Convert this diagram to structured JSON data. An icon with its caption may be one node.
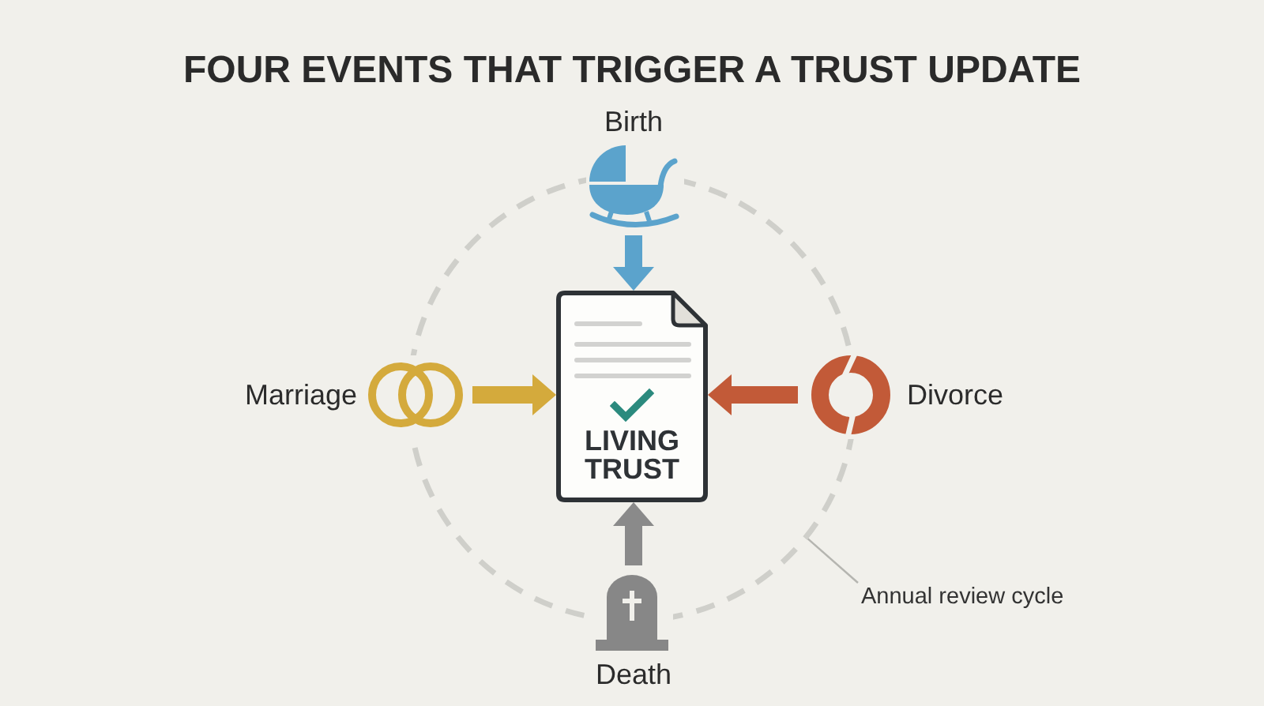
{
  "diagram": {
    "title": "FOUR EVENTS THAT TRIGGER A TRUST UPDATE",
    "nodes": [
      {
        "text": [],
        "shape": "circle"
      },
      {
        "text": [
          "Birth"
        ]
      },
      {
        "text": [
          "Marriage"
        ]
      },
      {
        "text": [
          "LIVING TRUST"
        ],
        "in": 0
      },
      {
        "text": [
          "Divorce"
        ]
      },
      {
        "text": [
          "Death"
        ]
      },
      {
        "text": [
          "Annual review cycle"
        ]
      }
    ],
    "edges": [
      {
        "from": 1,
        "to": 3,
        "arrow": "to",
        "color": "#5ba3cc"
      },
      {
        "from": 2,
        "to": 3,
        "arrow": "to",
        "color": "#d4aa3c"
      },
      {
        "from": 4,
        "to": 3,
        "arrow": "to",
        "color": "#c25a38"
      },
      {
        "from": 5,
        "to": 3,
        "arrow": "to",
        "color": "#8a8a8a"
      },
      {
        "from": 6,
        "to": 0,
        "arrow": "none",
        "color": "#b5b5b0"
      }
    ]
  }
}
